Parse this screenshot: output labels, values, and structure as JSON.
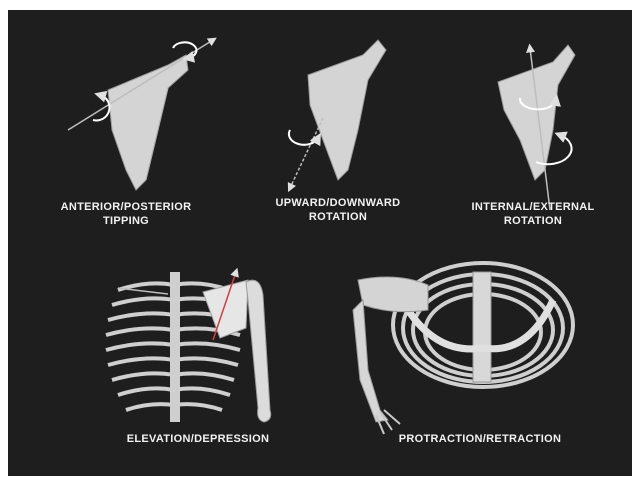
{
  "labels": {
    "tipping_line1": "ANTERIOR/POSTERIOR",
    "tipping_line2": "TIPPING",
    "updown_line1": "UPWARD/DOWNWARD",
    "updown_line2": "ROTATION",
    "intext_line1": "INTERNAL/EXTERNAL",
    "intext_line2": "ROTATION",
    "elevation": "ELEVATION/DEPRESSION",
    "protraction": "PROTRACTION/RETRACTION"
  },
  "colors": {
    "background": "#1e1e1e",
    "bone": "#d9d9d9",
    "bone_shadow": "#a8a8a8",
    "text": "#f2f2f2"
  }
}
